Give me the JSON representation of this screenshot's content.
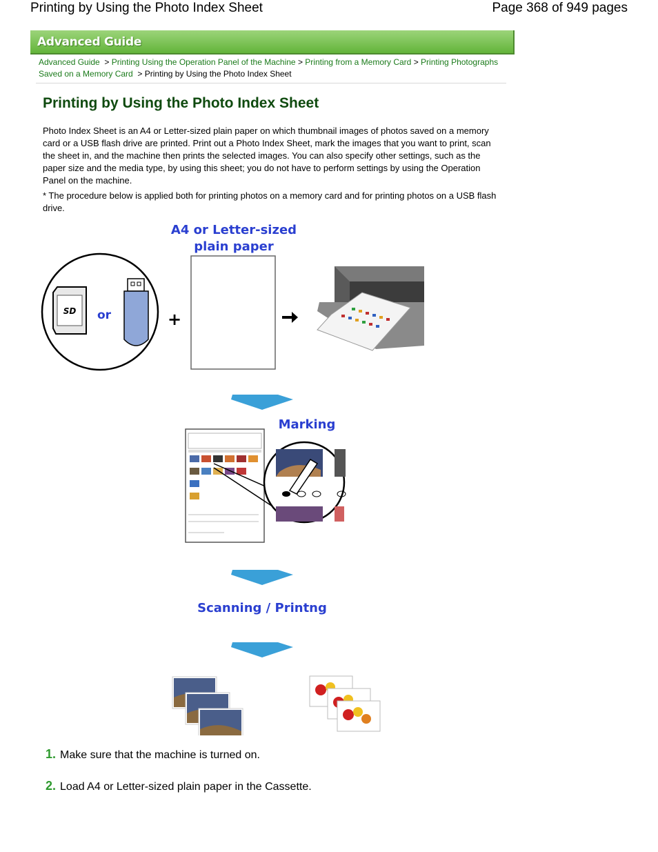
{
  "page_header": {
    "title": "Printing by Using the Photo Index Sheet",
    "pages": "Page 368 of 949 pages"
  },
  "banner": {
    "label": "Advanced Guide"
  },
  "breadcrumb": {
    "items": [
      "Advanced Guide",
      "Printing Using the Operation Panel of the Machine",
      "Printing from a Memory Card",
      "Printing Photographs Saved on a Memory Card"
    ],
    "current": "Printing by Using the Photo Index Sheet",
    "separator": ">"
  },
  "heading": "Printing by Using the Photo Index Sheet",
  "intro": "Photo Index Sheet is an A4 or Letter-sized plain paper on which thumbnail images of photos saved on a memory card or a USB flash drive are printed. Print out a Photo Index Sheet, mark the images that you want to print, scan the sheet in, and the machine then prints the selected images. You can also specify other settings, such as the paper size and the media type, by using this sheet; you do not have to perform settings by using the Operation Panel on the machine.",
  "note": "* The procedure below is applied both for printing photos on a memory card and for printing photos on a USB flash drive.",
  "illustration": {
    "paper_label_1": "A4 or Letter-sized",
    "paper_label_2": "plain paper",
    "or_label": "or",
    "plus_label": "+",
    "marking_label": "Marking",
    "scanning_label": "Scanning / Printng",
    "sd_label": "SD",
    "colors": {
      "blue_label": "#2a3fd0",
      "arrow_blue": "#3aa0d8",
      "green_heading": "#0f4a0f",
      "link_green": "#1a7a1a"
    }
  },
  "steps": [
    {
      "num": "1.",
      "text": "Make sure that the machine is turned on."
    },
    {
      "num": "2.",
      "text": "Load A4 or Letter-sized plain paper in the Cassette."
    }
  ]
}
